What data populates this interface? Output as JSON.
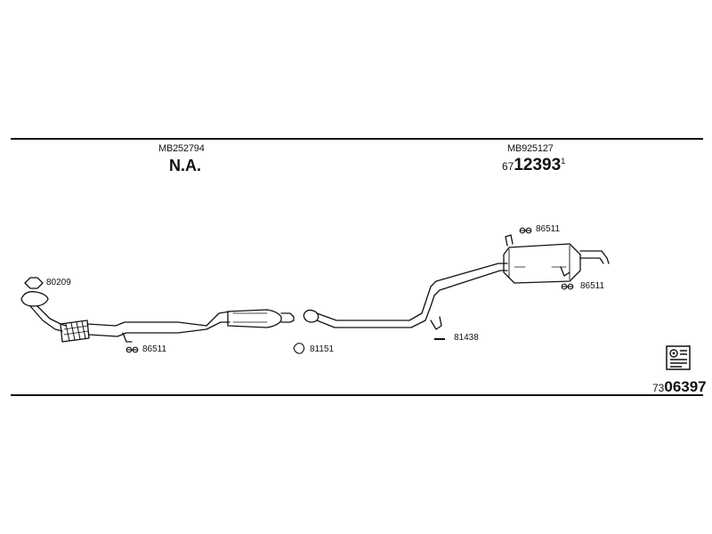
{
  "sections": [
    {
      "part_number": "MB252794",
      "note": "N.A."
    },
    {
      "part_number": "MB925127",
      "ref_prefix": "67",
      "ref_main": "12393",
      "ref_suffix": "1"
    }
  ],
  "parts": {
    "gasket_front": "80209",
    "clamp_front": "86511",
    "gasket_mid": "81151",
    "hanger_rear": "81438",
    "clamp_rear_top": "86511",
    "clamp_rear_bottom": "86511"
  },
  "catalog": {
    "prefix": "73",
    "number": "06397",
    "icon": "catalog-icon"
  }
}
